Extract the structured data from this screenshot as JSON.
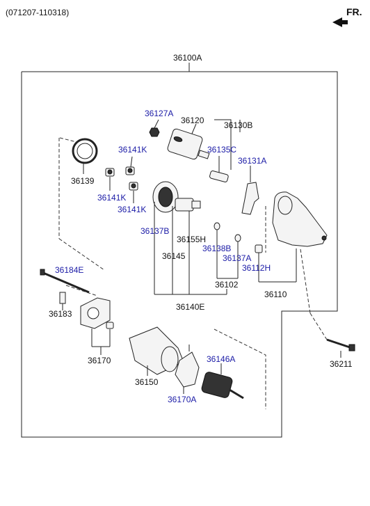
{
  "header": {
    "code": "(071207-110318)",
    "direction": "FR."
  },
  "labels": {
    "l36100A": "36100A",
    "l36127A": "36127A",
    "l36120": "36120",
    "l36130B": "36130B",
    "l36141K_a": "36141K",
    "l36135C": "36135C",
    "l36131A": "36131A",
    "l36139": "36139",
    "l36141K_b": "36141K",
    "l36141K_c": "36141K",
    "l36137B": "36137B",
    "l36155H": "36155H",
    "l36138B": "36138B",
    "l36145": "36145",
    "l36137A": "36137A",
    "l36112H": "36112H",
    "l36184E": "36184E",
    "l36102": "36102",
    "l36110": "36110",
    "l36183": "36183",
    "l36140E": "36140E",
    "l36170": "36170",
    "l36211": "36211",
    "l36146A": "36146A",
    "l36150": "36150",
    "l36170A": "36170A"
  },
  "colors": {
    "label_blue": "#1a1aa6",
    "label_black": "#111111",
    "line": "#222222"
  },
  "icons": {
    "direction": "arrow-icon"
  }
}
